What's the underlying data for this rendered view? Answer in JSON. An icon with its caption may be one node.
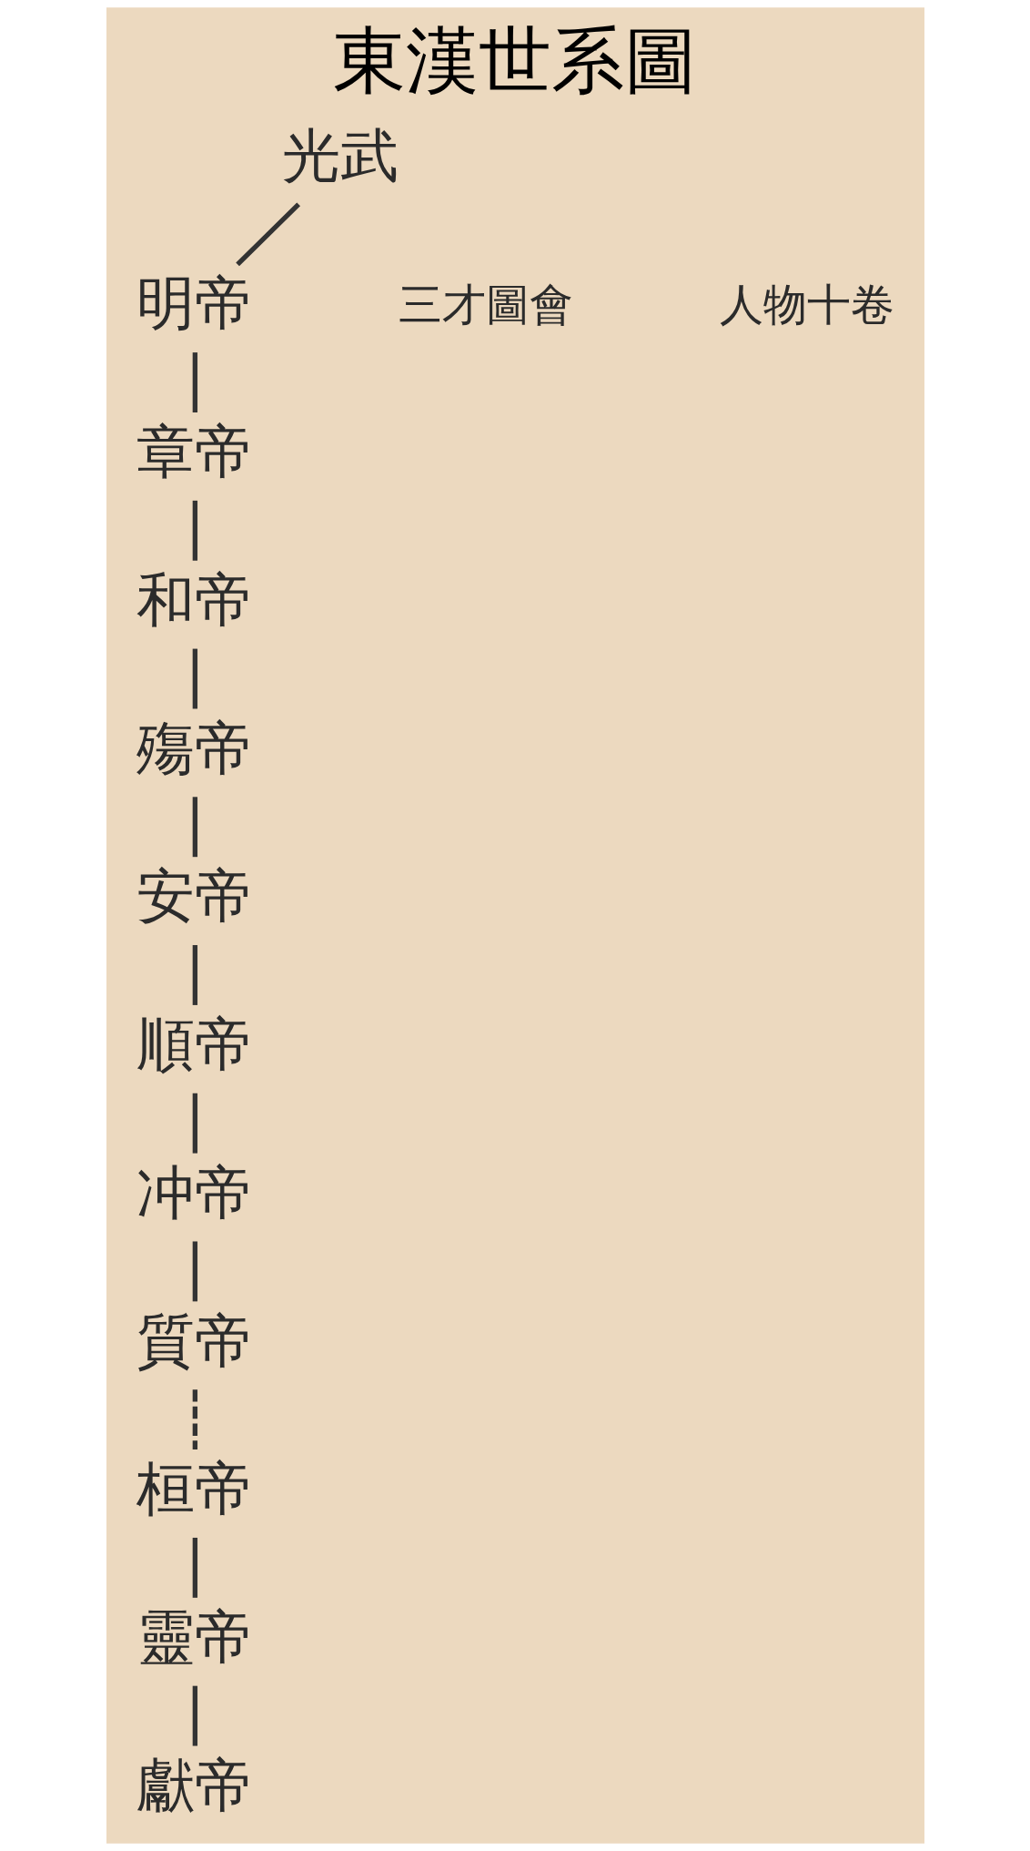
{
  "diagram": {
    "title": "東漢世系圖",
    "nodes": [
      {
        "text": [
          "光武"
        ]
      },
      {
        "text": [
          "明帝"
        ]
      },
      {
        "text": [
          "章帝"
        ]
      },
      {
        "text": [
          "和帝"
        ]
      },
      {
        "text": [
          "殤帝"
        ]
      },
      {
        "text": [
          "安帝"
        ]
      },
      {
        "text": [
          "順帝"
        ]
      },
      {
        "text": [
          "冲帝"
        ]
      },
      {
        "text": [
          "質帝"
        ]
      },
      {
        "text": [
          "桓帝"
        ]
      },
      {
        "text": [
          "靈帝"
        ]
      },
      {
        "text": [
          "獻帝"
        ]
      }
    ],
    "edges": [
      {
        "from": 0,
        "to": 1,
        "arrow": "none"
      },
      {
        "from": 1,
        "to": 2,
        "arrow": "none"
      },
      {
        "from": 2,
        "to": 3,
        "arrow": "none"
      },
      {
        "from": 3,
        "to": 4,
        "arrow": "none"
      },
      {
        "from": 4,
        "to": 5,
        "arrow": "none"
      },
      {
        "from": 5,
        "to": 6,
        "arrow": "none"
      },
      {
        "from": 6,
        "to": 7,
        "arrow": "none"
      },
      {
        "from": 7,
        "to": 8,
        "arrow": "none"
      },
      {
        "from": 8,
        "to": 9,
        "arrow": "none",
        "style": "dashed"
      },
      {
        "from": 9,
        "to": 10,
        "arrow": "none"
      },
      {
        "from": 10,
        "to": 11,
        "arrow": "none"
      }
    ],
    "labels": [
      "三才圖會",
      "人物十卷"
    ]
  }
}
